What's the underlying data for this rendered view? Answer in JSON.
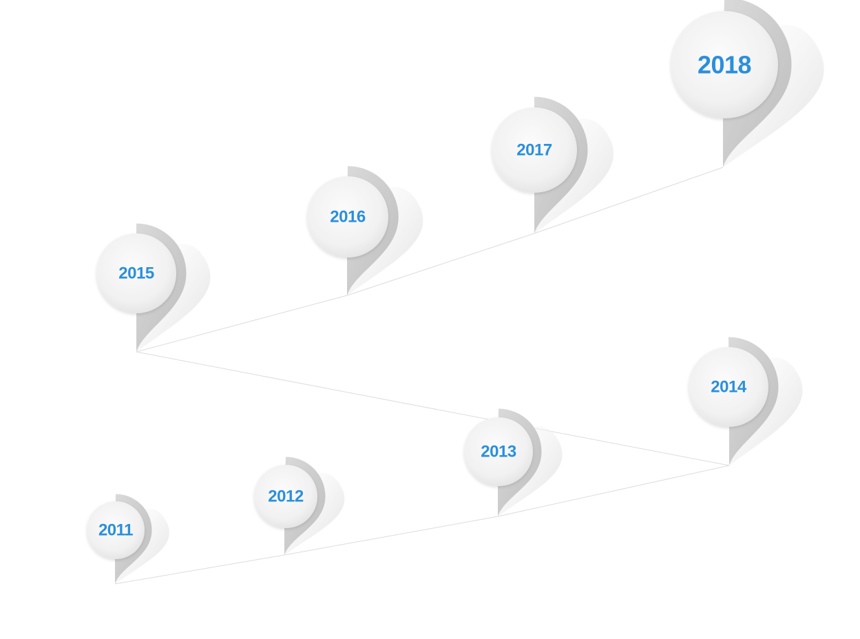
{
  "timeline": {
    "milestones": [
      {
        "year": "2011"
      },
      {
        "year": "2012"
      },
      {
        "year": "2013"
      },
      {
        "year": "2014"
      },
      {
        "year": "2015"
      },
      {
        "year": "2016"
      },
      {
        "year": "2017"
      },
      {
        "year": "2018"
      }
    ],
    "colors": {
      "year_text": "#2a8fdc",
      "pin_face": "#f2f2f2",
      "pin_rim": "#d0d0d0",
      "pin_shadow": "#e4e4e4",
      "connector": "#dcdcdc",
      "background": "#ffffff"
    }
  }
}
